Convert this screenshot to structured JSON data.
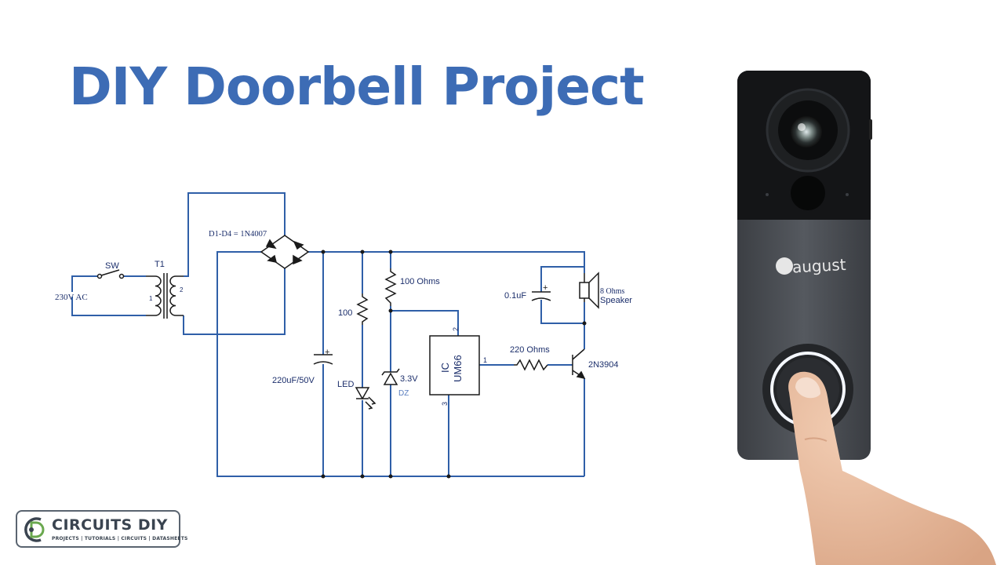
{
  "title": "DIY Doorbell Project",
  "schematic": {
    "labels": {
      "input": "230V AC",
      "switch": "SW",
      "transformer": "T1",
      "pin1": "1",
      "pin2": "2",
      "bridge": "D1-D4 = 1N4007",
      "cap_main": "220uF/50V",
      "res_led": "100",
      "led": "LED",
      "res_zener": "100 Ohms",
      "zener_v": "3.3V",
      "zener_ref": "DZ",
      "ic_line1": "IC",
      "ic_line2": "UM66",
      "ic_pin1": "1",
      "ic_pin2": "2",
      "ic_pin3": "3",
      "res_base": "220 Ohms",
      "transistor": "2N3904",
      "cap_small": "0.1uF",
      "speaker_ohms": "8 Ohms",
      "speaker": "Speaker",
      "plus": "+"
    },
    "colors": {
      "wire": "#2f5fa8",
      "component": "#1a1a1a",
      "label": "#1b2e6b"
    }
  },
  "doorbell": {
    "brand": "august",
    "icon": "video-doorbell-icon"
  },
  "logo": {
    "brand": "CIRCUITS DIY",
    "tagline": "PROJECTS | TUTORIALS | CIRCUITS | DATASHEETS"
  },
  "colors": {
    "title": "#3d6cb5"
  }
}
